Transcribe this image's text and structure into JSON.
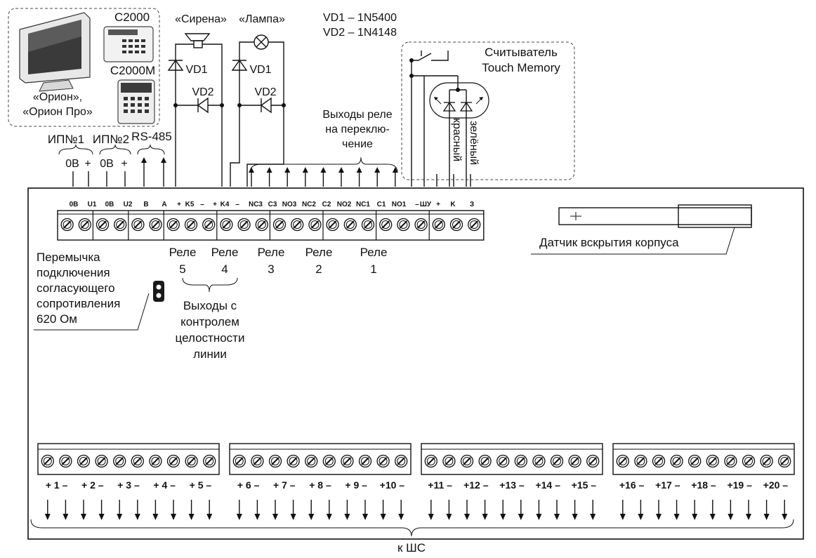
{
  "top_labels": {
    "c2000": "С2000",
    "c2000m": "С2000М",
    "orion_line1": "«Орион»,",
    "orion_line2": "«Орион Про»",
    "siren": "«Сирена»",
    "lamp": "«Лампа»",
    "vd1_spec": "VD1 – 1N5400",
    "vd2_spec": "VD2 – 1N4148",
    "vd1": "VD1",
    "vd2": "VD2",
    "reader_line1": "Считыватель",
    "reader_line2": "Touch Memory",
    "relay_out_line1": "Выходы реле",
    "relay_out_line2": "на переклю-",
    "relay_out_line3": "чение",
    "red": "красный",
    "green": "зелёный",
    "psu1": "ИП№1",
    "psu2": "ИП№2",
    "rs485": "RS-485",
    "zero_v": "0В",
    "plus": "+"
  },
  "terminal_labels": [
    "0В",
    "U1",
    "0В",
    "U2",
    "B",
    "A",
    "+",
    "K5",
    "–",
    "+",
    "K4",
    "–",
    "NC3",
    "C3",
    "NO3",
    "NC2",
    "C2",
    "NO2",
    "NC1",
    "C1",
    "NO1",
    "–",
    "ШУ",
    "+",
    "K",
    "З"
  ],
  "relay_labels": [
    {
      "name": "Реле",
      "num": "5"
    },
    {
      "name": "Реле",
      "num": "4"
    },
    {
      "name": "Реле",
      "num": "3"
    },
    {
      "name": "Реле",
      "num": "2"
    },
    {
      "name": "Реле",
      "num": "1"
    }
  ],
  "jumper_text": [
    "Перемычка",
    "подключения",
    "согласующего",
    "сопротивления",
    "620 Ом"
  ],
  "controlled_outputs_text": [
    "Выходы с",
    "контролем",
    "целостности",
    "линии"
  ],
  "tamper_label": "Датчик вскрытия корпуса",
  "zone_labels": [
    "+ 1 –",
    "+ 2 –",
    "+ 3 –",
    "+ 4 –",
    "+ 5 –",
    "+ 6 –",
    "+ 7 –",
    "+ 8 –",
    "+ 9 –",
    "+10 –",
    "+11 –",
    "+12 –",
    "+13 –",
    "+14 –",
    "+15 –",
    "+16 –",
    "+17 –",
    "+18 –",
    "+19 –",
    "+20 –"
  ],
  "bottom_label": "к ШС"
}
